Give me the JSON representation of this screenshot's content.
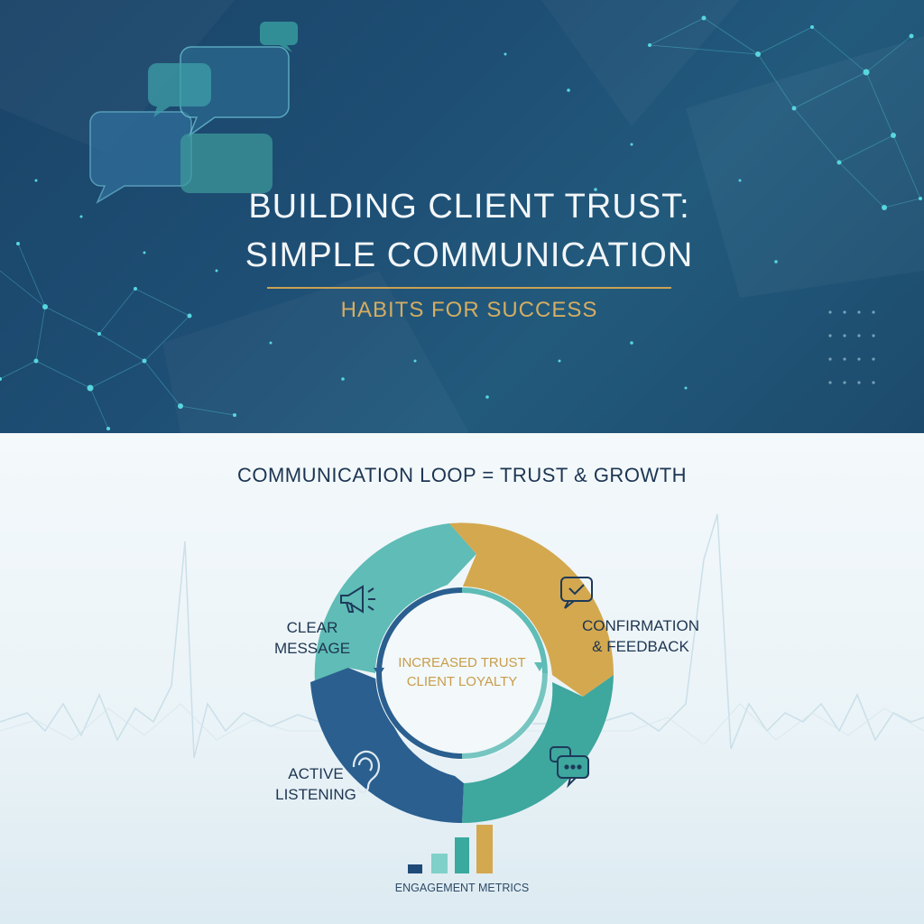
{
  "header": {
    "title_line1": "BUILDING CLIENT TRUST:",
    "title_line2": "SIMPLE COMMUNICATION",
    "subtitle": "HABITS FOR SUCCESS"
  },
  "loop": {
    "heading": "COMMUNICATION LOOP = TRUST & GROWTH",
    "steps": [
      {
        "line1": "CLEAR",
        "line2": "MESSAGE",
        "icon": "megaphone-icon",
        "color": "#5fbcb6"
      },
      {
        "line1": "CONFIRMATION",
        "line2": "& FEEDBACK",
        "icon": "chat-check-icon",
        "color": "#d4a84f"
      },
      {
        "line1": "",
        "line2": "",
        "icon": "chat-dots-icon",
        "color": "#3ea79e"
      },
      {
        "line1": "ACTIVE",
        "line2": "LISTENING",
        "icon": "ear-icon",
        "color": "#2a5f8f"
      }
    ],
    "center_line1": "INCREASED TRUST",
    "center_line2": "CLIENT LOYALTY"
  },
  "metrics": {
    "label": "ENGAGEMENT METRICS",
    "bar_colors": [
      "#1f4a78",
      "#7fd0c8",
      "#3aa99e",
      "#d4a84f"
    ]
  },
  "colors": {
    "hero_bg": "#1e4e74",
    "accent_gold": "#c9a255",
    "node_cyan": "#3fd1d8"
  }
}
